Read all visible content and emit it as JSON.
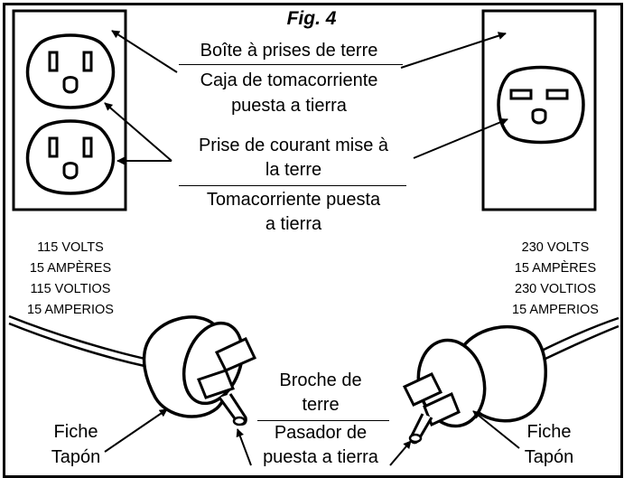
{
  "figure": {
    "title": "Fig. 4"
  },
  "outlet_box": {
    "french": "Boîte à prises de terre",
    "spanish_line1": "Caja de tomacorriente",
    "spanish_line2": "puesta a tierra"
  },
  "receptacle": {
    "french_line1": "Prise de courant mise à",
    "french_line2": "la terre",
    "spanish_line1": "Tomacorriente puesta",
    "spanish_line2": "a tierra"
  },
  "rating_left": [
    "115 VOLTS",
    "15 AMPÈRES",
    "115 VOLTIOS",
    "15 AMPERIOS"
  ],
  "rating_right": [
    "230 VOLTS",
    "15 AMPÈRES",
    "230 VOLTIOS",
    "15 AMPERIOS"
  ],
  "grounding_pin": {
    "french_line1": "Broche de",
    "french_line2": "terre",
    "spanish_line1": "Pasador de",
    "spanish_line2": "puesta a tierra"
  },
  "plug_left": {
    "french": "Fiche",
    "spanish": "Tapón"
  },
  "plug_right": {
    "french": "Fiche",
    "spanish": "Tapón"
  }
}
